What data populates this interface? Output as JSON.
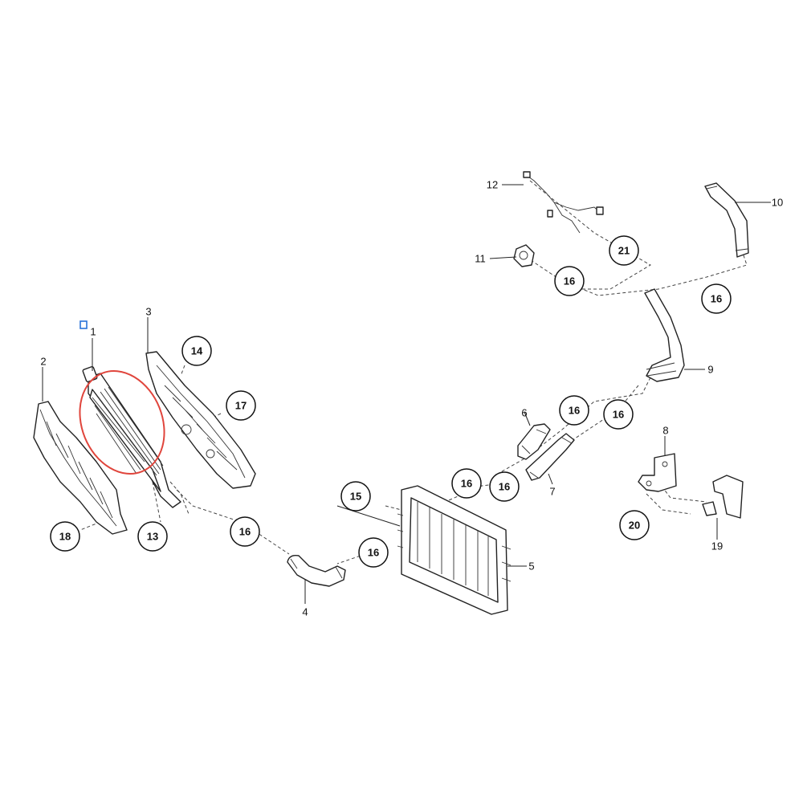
{
  "colors": {
    "line": "#222222",
    "highlight_ellipse": "#e0453c",
    "selection_marker": "#2a73d9"
  },
  "labels": {
    "p1": "1",
    "p2": "2",
    "p3": "3",
    "p4": "4",
    "p5": "5",
    "p6": "6",
    "p7": "7",
    "p8": "8",
    "p9": "9",
    "p10": "10",
    "p11": "11",
    "p12": "12",
    "p13": "13",
    "p14": "14",
    "p15": "15",
    "p16": "16",
    "p17": "17",
    "p18": "18",
    "p19": "19",
    "p20": "20",
    "p21": "21"
  }
}
